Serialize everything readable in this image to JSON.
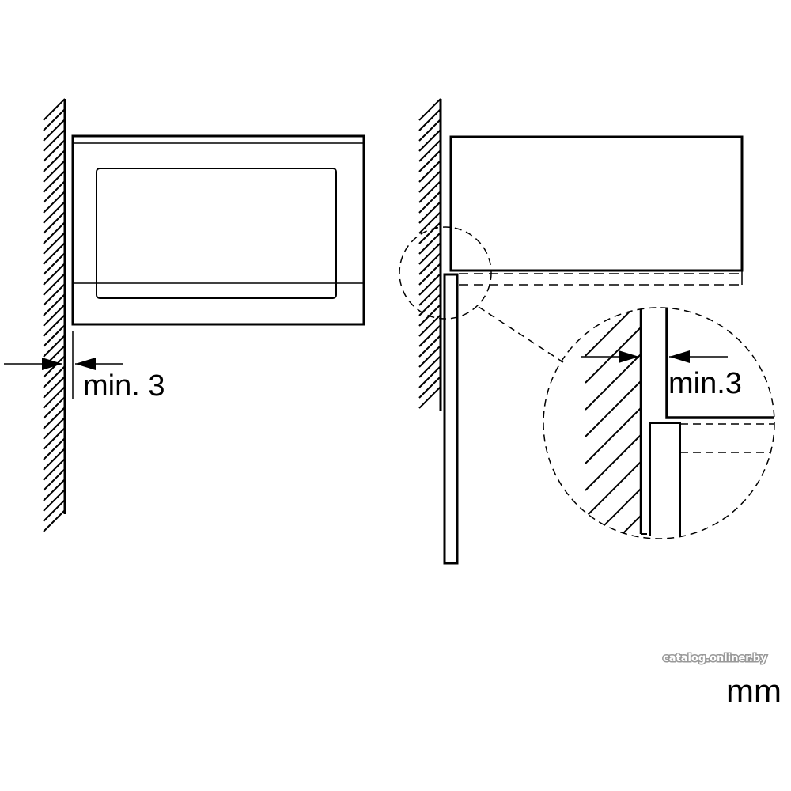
{
  "labels": {
    "front_gap": "min. 3",
    "detail_gap": "min.3",
    "unit": "mm"
  },
  "watermark": "catalog.onliner.by"
}
